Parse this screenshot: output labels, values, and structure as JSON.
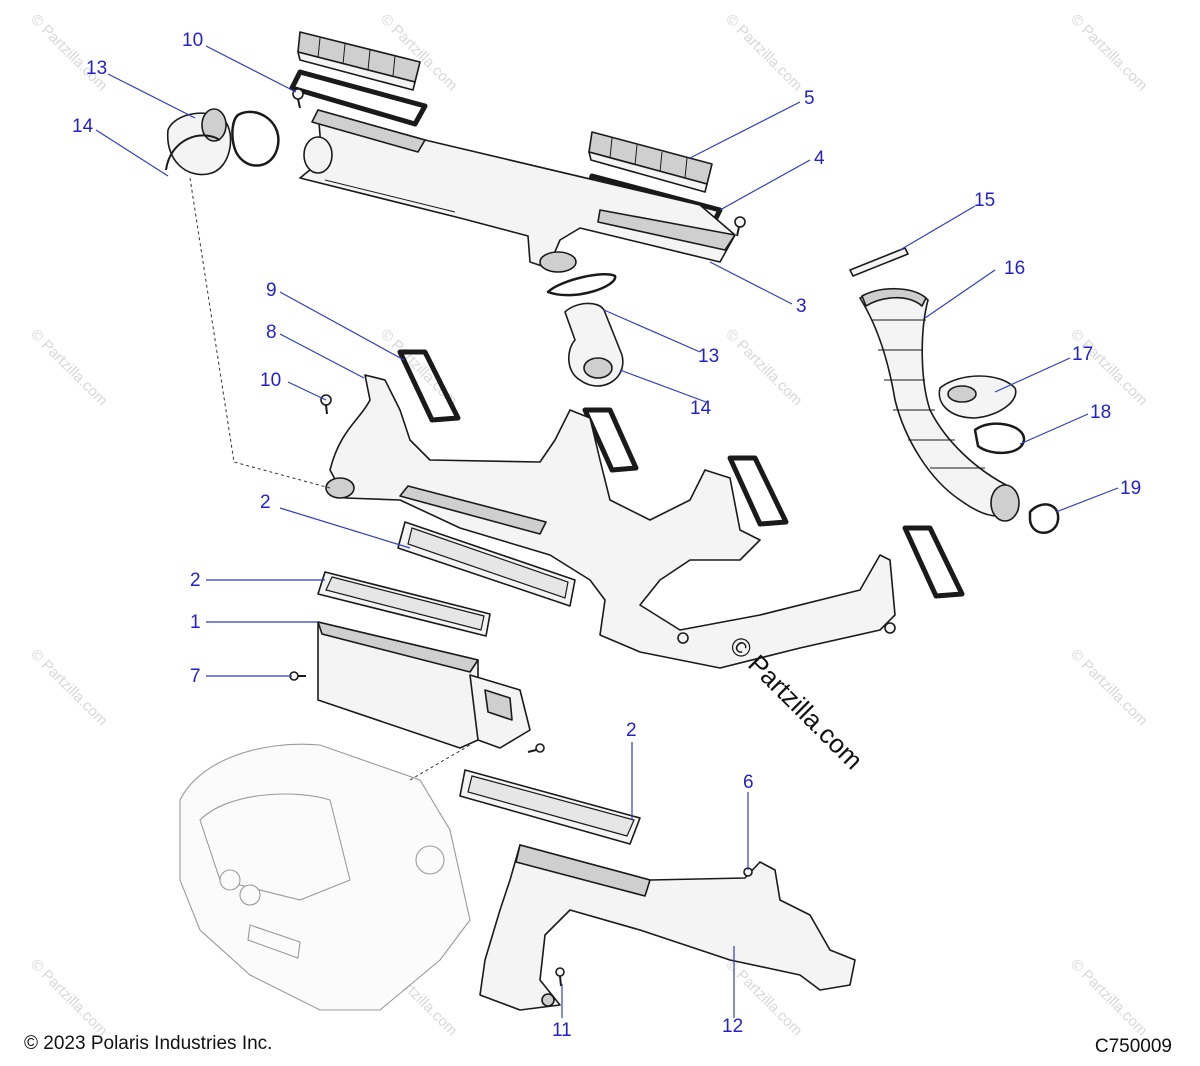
{
  "copyright": "© 2023 Polaris Industries Inc.",
  "figure_code": "C750009",
  "watermark": "© Partzilla.com",
  "callouts": [
    {
      "id": "c10a",
      "label": "10"
    },
    {
      "id": "c13a",
      "label": "13"
    },
    {
      "id": "c14a",
      "label": "14"
    },
    {
      "id": "c5",
      "label": "5"
    },
    {
      "id": "c4",
      "label": "4"
    },
    {
      "id": "c3",
      "label": "3"
    },
    {
      "id": "c15",
      "label": "15"
    },
    {
      "id": "c16",
      "label": "16"
    },
    {
      "id": "c9",
      "label": "9"
    },
    {
      "id": "c8",
      "label": "8"
    },
    {
      "id": "c10b",
      "label": "10"
    },
    {
      "id": "c13b",
      "label": "13"
    },
    {
      "id": "c14b",
      "label": "14"
    },
    {
      "id": "c17",
      "label": "17"
    },
    {
      "id": "c18",
      "label": "18"
    },
    {
      "id": "c19",
      "label": "19"
    },
    {
      "id": "c2a",
      "label": "2"
    },
    {
      "id": "c2b",
      "label": "2"
    },
    {
      "id": "c1",
      "label": "1"
    },
    {
      "id": "c7",
      "label": "7"
    },
    {
      "id": "c2c",
      "label": "2"
    },
    {
      "id": "c6",
      "label": "6"
    },
    {
      "id": "c11",
      "label": "11"
    },
    {
      "id": "c12",
      "label": "12"
    }
  ]
}
